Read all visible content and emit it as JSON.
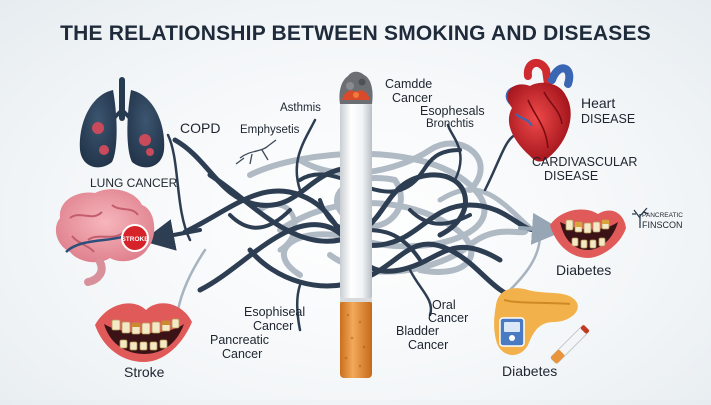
{
  "title": "THE RELATIONSHIP BETWEEN SMOKING AND DISEASES",
  "labels": {
    "copd": "COPD",
    "lung_cancer": "LUNG CANCER",
    "asthmis": "Asthmis",
    "emphysetis": "Emphysetis",
    "camdde_cancer_1": "Camdde",
    "camdde_cancer_2": "Cancer",
    "esophesals": "Esophesals",
    "bronchtis": "Bronchtis",
    "heart_disease_1": "Heart",
    "heart_disease_2": "DISEASE",
    "cardio_1": "CARDIVASCULAR",
    "cardio_2": "DISEASE",
    "stroke_badge": "STROKE",
    "pancreatic_logo_1": "PANCREATIC",
    "pancreatic_logo_2": "FINSCON",
    "diabetes_right": "Diabetes",
    "esophiseal_1": "Esophiseal",
    "esophiseal_2": "Cancer",
    "pancreatic_cancer_1": "Pancreatic",
    "pancreatic_cancer_2": "Cancer",
    "oral_1": "Oral",
    "oral_2": "Cancer",
    "bladder_1": "Bladder",
    "bladder_2": "Cancer",
    "stroke_bottom": "Stroke",
    "diabetes_bottom": "Diabetes"
  },
  "colors": {
    "title": "#1f2b3a",
    "tangle_dark": "#2d3d52",
    "tangle_light": "#97a6b4",
    "organ_pink": "#e58a95",
    "heart_red": "#c8202a",
    "filter_orange": "#e9933a"
  }
}
